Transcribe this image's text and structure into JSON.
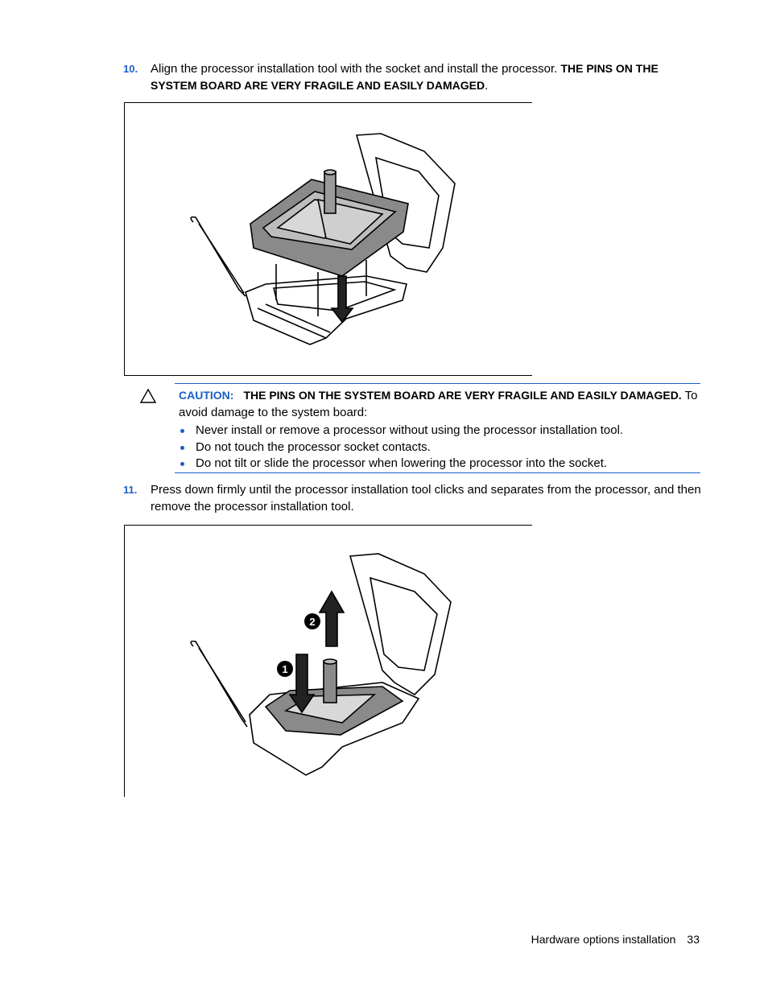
{
  "steps": [
    {
      "number": "10.",
      "text": "Align the processor installation tool with the socket and install the processor. ",
      "bold": "THE PINS ON THE SYSTEM BOARD ARE VERY FRAGILE AND EASILY DAMAGED",
      "end": "."
    },
    {
      "number": "11.",
      "text": "Press down firmly until the processor installation tool clicks and separates from the processor, and then remove the processor installation tool."
    }
  ],
  "caution": {
    "label": "CAUTION:",
    "warning": "THE PINS ON THE SYSTEM BOARD ARE VERY FRAGILE AND EASILY DAMAGED.",
    "text": " To avoid damage to the system board:",
    "bullets": [
      "Never install or remove a processor without using the processor installation tool.",
      "Do not touch the processor socket contacts.",
      "Do not tilt or slide the processor when lowering the processor into the socket."
    ]
  },
  "figure2": {
    "callouts": [
      "1",
      "2"
    ]
  },
  "footer": {
    "section": "Hardware options installation",
    "page": "33"
  },
  "colors": {
    "accent": "#1a5fc6"
  }
}
